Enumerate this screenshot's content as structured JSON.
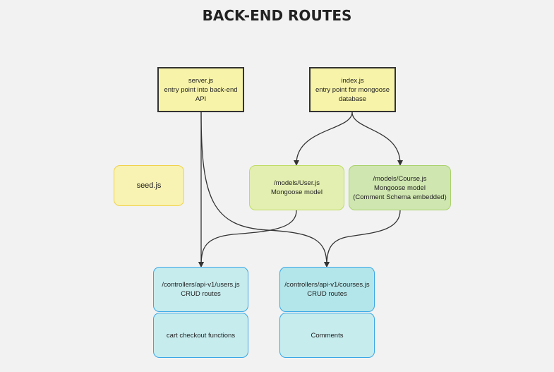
{
  "title": "BACK-END ROUTES",
  "nodes": {
    "server": {
      "line1": "server.js",
      "line2": "entry point into back-end",
      "line3": "API"
    },
    "index": {
      "line1": "index.js",
      "line2": "entry point for mongoose",
      "line3": "database"
    },
    "seed": {
      "line1": "seed.js"
    },
    "user_model": {
      "line1": "/models/User.js",
      "line2": "Mongoose model"
    },
    "course_model": {
      "line1": "/models/Course.js",
      "line2": "Mongoose model",
      "line3": "(Comment Schema embedded)"
    },
    "users_ctrl": {
      "line1": "/controllers/api-v1/users.js",
      "line2": "CRUD routes"
    },
    "courses_ctrl": {
      "line1": "/controllers/api-v1/courses.js",
      "line2": "CRUD routes"
    },
    "cart": {
      "line1": "cart checkout functions"
    },
    "comments": {
      "line1": "Comments"
    }
  },
  "colors": {
    "note_yellow": "#f7f3a8",
    "green_light": "#e3efb0",
    "green": "#cfe6b0",
    "blue_light": "#c6ecee",
    "blue_border": "#3aa6e6",
    "connector": "#333333"
  }
}
